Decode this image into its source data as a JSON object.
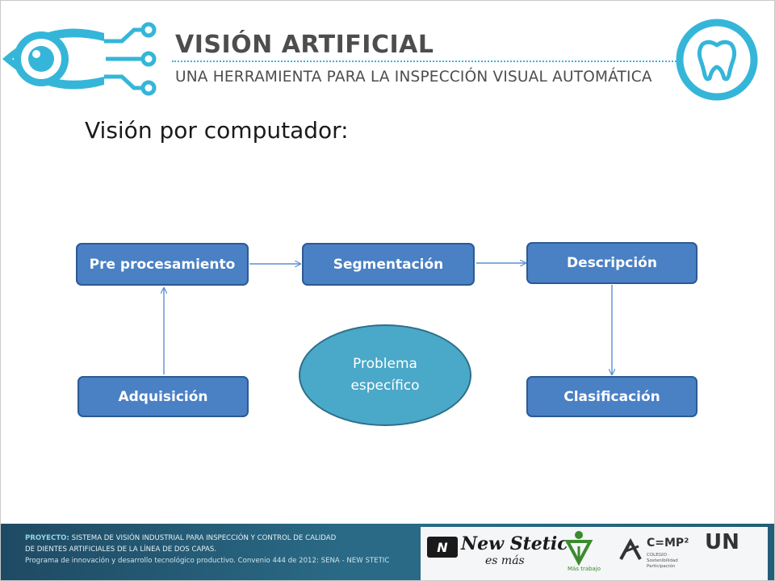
{
  "header": {
    "title": "VISIÓN ARTIFICIAL",
    "subtitle": "UNA HERRAMIENTA PARA LA INSPECCIÓN VISUAL AUTOMÁTICA"
  },
  "slide": {
    "title": "Visión por computador:"
  },
  "diagram": {
    "nodes": {
      "preprocesamiento": "Pre procesamiento",
      "segmentacion": "Segmentación",
      "descripcion": "Descripción",
      "adquisicion": "Adquisición",
      "clasificacion": "Clasificación",
      "problema_line1": "Problema",
      "problema_line2": "específico"
    },
    "edges": [
      [
        "adquisicion",
        "preprocesamiento"
      ],
      [
        "preprocesamiento",
        "segmentacion"
      ],
      [
        "segmentacion",
        "descripcion"
      ],
      [
        "descripcion",
        "clasificacion"
      ]
    ],
    "colors": {
      "box": "#4a80c4",
      "ellipse": "#4aa8c8",
      "arrow": "#5b8fd0"
    }
  },
  "footer": {
    "proyecto_label": "PROYECTO:",
    "line1": "SISTEMA DE VISIÓN INDUSTRIAL PARA INSPECCIÓN Y CONTROL DE CALIDAD",
    "line2": "DE DIENTES ARTIFICIALES DE LA LÍNEA DE DOS CAPAS.",
    "line3": "Programa de innovación y desarrollo tecnológico productivo. Convenio 444 de 2012: SENA - NEW STETIC",
    "logos": {
      "newstetic": "New Stetic",
      "newstetic_tag": "es más",
      "sena": "SENA",
      "sena_tag": "Más trabajo",
      "cmp": "C=MP²",
      "un": "UN"
    }
  }
}
